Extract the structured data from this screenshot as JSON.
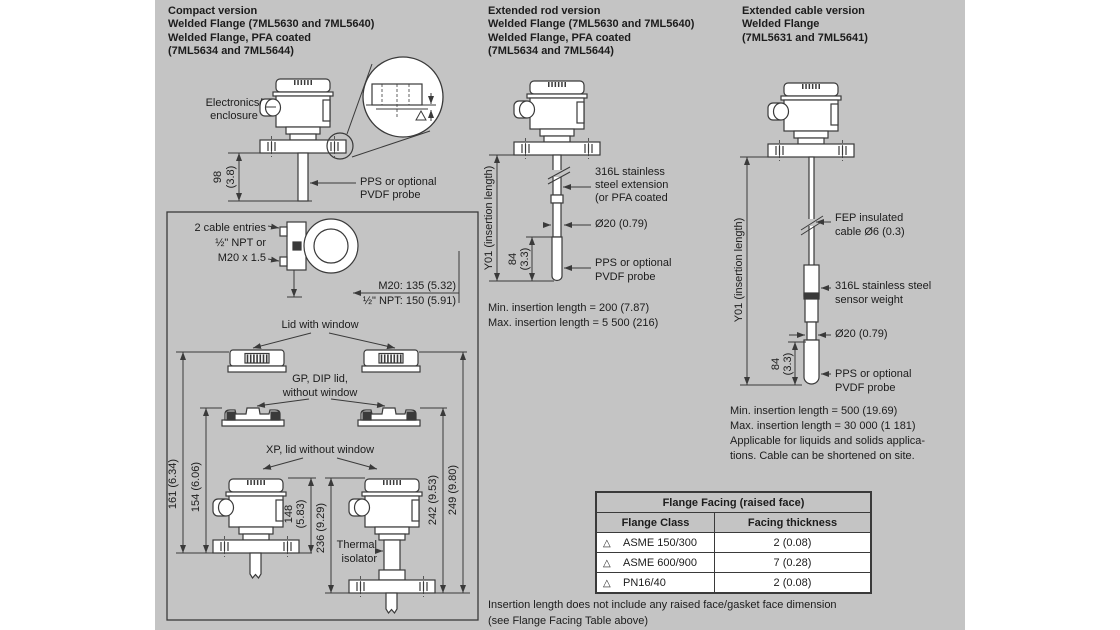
{
  "page": {
    "bg": "#ffffff",
    "panel_bg": "#c4c4c4",
    "line_color": "#3a3a3a",
    "text_color": "#1c1c1c"
  },
  "headers": {
    "compact": {
      "lines": [
        "Compact version",
        "Welded Flange (7ML5630 and 7ML5640)",
        "Welded Flange, PFA coated",
        "(7ML5634 and 7ML5644)"
      ]
    },
    "rod": {
      "lines": [
        "Extended rod version",
        "Welded Flange (7ML5630 and 7ML5640)",
        "Welded Flange, PFA coated",
        "(7ML5634 and 7ML5644)"
      ]
    },
    "cable": {
      "lines": [
        "Extended cable version",
        "Welded Flange",
        "(7ML5631 and 7ML5641)"
      ]
    }
  },
  "compact": {
    "electronics_1": "Electronics/",
    "electronics_2": "enclosure",
    "probe_1": "PPS or optional",
    "probe_2": "PVDF probe",
    "dim98_mm": "98",
    "dim98_in": "(3.8)"
  },
  "detail": {
    "entries_1": "2 cable entries",
    "entries_2": "½\" NPT or",
    "entries_3": "M20 x 1.5",
    "m20": "M20: 135 (5.32)",
    "npt": "½\" NPT: 150 (5.91)",
    "lid_window": "Lid with window",
    "gp_1": "GP, DIP lid,",
    "gp_2": "without window",
    "xp": "XP, lid without window",
    "thermal_1": "Thermal",
    "thermal_2": "isolator",
    "dim161": "161 (6.34)",
    "dim154": "154 (6.06)",
    "dim148_mm": "148",
    "dim148_in": "(5.83)",
    "dim236": "236 (9.29)",
    "dim242": "242 (9.53)",
    "dim249": "249 (9.80)"
  },
  "rod": {
    "y01": "Y01 (insertion length)",
    "ext_1": "316L stainless",
    "ext_2": "steel extension",
    "ext_3": "(or PFA coated",
    "dia": "Ø20 (0.79)",
    "probe_1": "PPS or optional",
    "probe_2": "PVDF probe",
    "dim84_mm": "84",
    "dim84_in": "(3.3)",
    "min": "Min. insertion length = 200 (7.87)",
    "max": "Max. insertion length = 5 500 (216)"
  },
  "cable": {
    "y01": "Y01 (insertion length)",
    "fep_1": "FEP insulated",
    "fep_2": "cable Ø6 (0.3)",
    "weight_1": "316L stainless steel",
    "weight_2": "sensor weight",
    "dia": "Ø20 (0.79)",
    "probe_1": "PPS or optional",
    "probe_2": "PVDF probe",
    "dim84_mm": "84",
    "dim84_in": "(3.3)",
    "min": "Min. insertion length = 500 (19.69)",
    "max": "Max. insertion length = 30 000 (1 181)",
    "note_1": "Applicable for liquids and solids applica-",
    "note_2": "tions. Cable can be shortened on site."
  },
  "flange_table": {
    "title": "Flange Facing (raised face)",
    "col_class": "Flange Class",
    "col_thickness": "Facing thickness",
    "rows": [
      {
        "marker": "△",
        "flange_class": "ASME 150/300",
        "thickness": "2 (0.08)"
      },
      {
        "marker": "△",
        "flange_class": "ASME 600/900",
        "thickness": "7 (0.28)"
      },
      {
        "marker": "△",
        "flange_class": "PN16/40",
        "thickness": "2 (0.08)"
      }
    ]
  },
  "footnote": {
    "line1": "Insertion length does not include any raised face/gasket face dimension",
    "line2": "(see Flange Facing Table above)"
  }
}
